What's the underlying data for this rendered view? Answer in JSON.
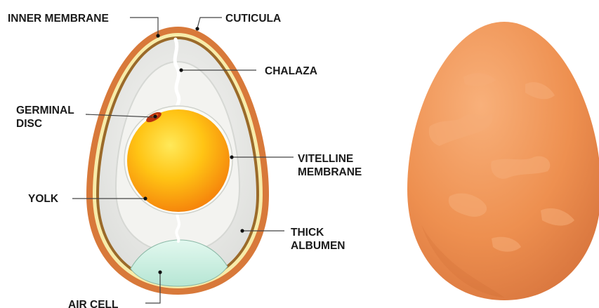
{
  "labels": {
    "inner_membrane": "INNER MEMBRANE",
    "cuticula": "CUTICULA",
    "chalaza": "CHALAZA",
    "germinal_disc": [
      "GERMINAL",
      "DISC"
    ],
    "vitelline_membrane": [
      "VITELLINE",
      "MEMBRANE"
    ],
    "yolk": "YOLK",
    "thick_albumen": [
      "THICK",
      "ALBUMEN"
    ],
    "air_cell": "AIR CELL"
  },
  "colors": {
    "shell_outer": "#d97a3c",
    "shell_inner_membrane": "#f6eaa8",
    "thin_albumen": "#e6e6e0",
    "thick_albumen": "#f4f4f1",
    "yolk_center": "#ffd21c",
    "yolk_edge": "#f58a0c",
    "air_cell": "#c9eee0",
    "whole_egg": "#f19a5e",
    "leader_line": "#444444"
  }
}
